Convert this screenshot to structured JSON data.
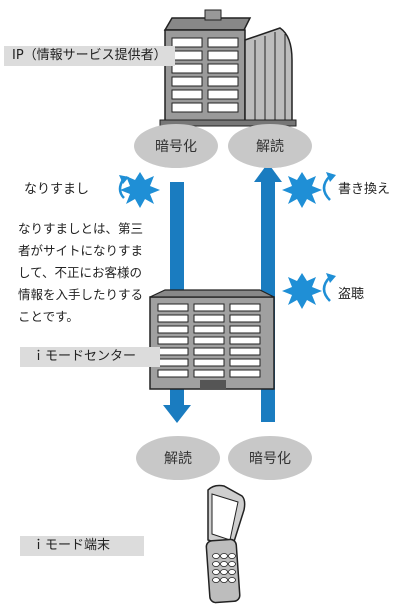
{
  "ip_label": "IP（情報サービス提供者）",
  "center_label": "ｉモードセンター",
  "terminal_label": "ｉモード端末",
  "top_left_oval": "暗号化",
  "top_right_oval": "解読",
  "bottom_left_oval": "解読",
  "bottom_right_oval": "暗号化",
  "threats": {
    "impersonation": "なりすまし",
    "tampering": "書き換え",
    "eavesdropping": "盗聴"
  },
  "description": "なりすましとは、第三者がサイトになりすまして、不正にお客様の情報を入手したりすることです。",
  "colors": {
    "arrow": "#1a7cc0",
    "burst": "#1f8fd6",
    "oval": "#c8c8c8",
    "label_bg": "#dcdcdc"
  }
}
